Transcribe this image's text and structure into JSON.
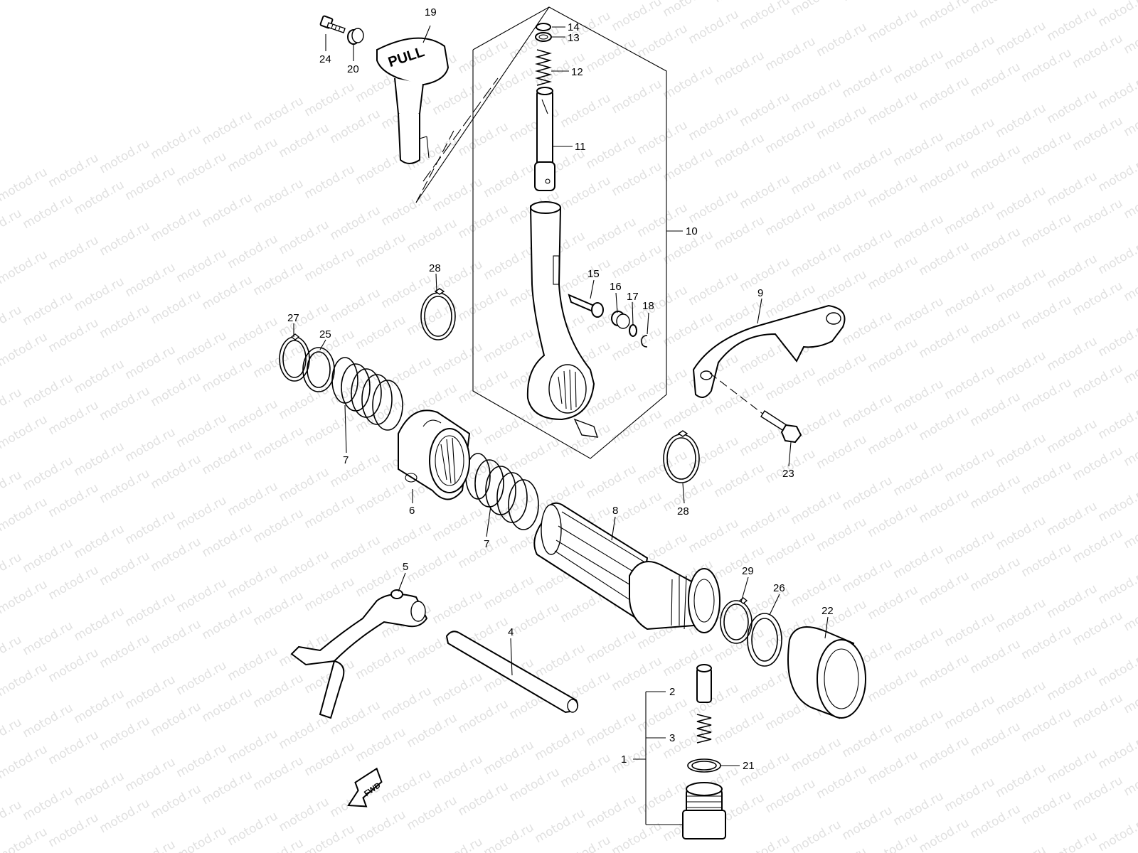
{
  "watermark": {
    "text": "motod.ru"
  },
  "knob_text": "PULL",
  "fwd_text": "FWD",
  "callouts": {
    "c1": "1",
    "c2": "2",
    "c3": "3",
    "c4": "4",
    "c5": "5",
    "c6": "6",
    "c7a": "7",
    "c7b": "7",
    "c8": "8",
    "c9": "9",
    "c10": "10",
    "c11": "11",
    "c12": "12",
    "c13": "13",
    "c14": "14",
    "c15": "15",
    "c16": "16",
    "c17": "17",
    "c18": "18",
    "c19": "19",
    "c20": "20",
    "c21": "21",
    "c22": "22",
    "c23": "23",
    "c24": "24",
    "c25": "25",
    "c26": "26",
    "c27": "27",
    "c28a": "28",
    "c28b": "28",
    "c29": "29"
  }
}
